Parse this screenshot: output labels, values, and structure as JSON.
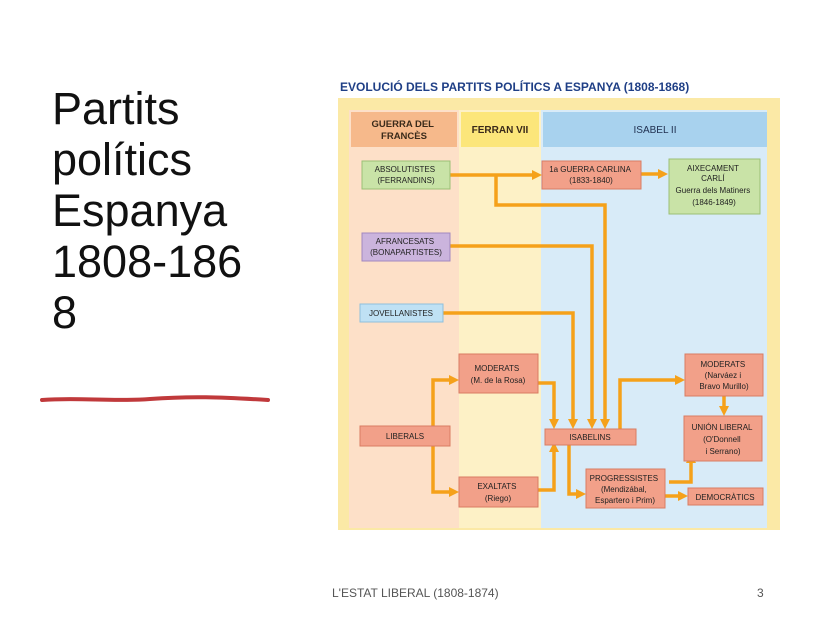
{
  "slide": {
    "title": "Partits\npolítics\nEspanya\n1808-186\n8",
    "footer": "L'ESTAT LIBERAL (1808-1874)",
    "page_number": "3"
  },
  "diagram": {
    "title": "EVOLUCIÓ DELS PARTITS POLÍTICS A ESPANYA (1808-1868)",
    "columns": {
      "guerra": [
        "GUERRA DEL",
        "FRANCÈS"
      ],
      "ferran": [
        "FERRAN VII"
      ],
      "isabel": [
        "ISABEL II"
      ]
    },
    "nodes": {
      "absolutistes": [
        "ABSOLUTISTES",
        "(FERRANDINS)"
      ],
      "carlina": [
        "1a GUERRA CARLINA",
        "(1833-1840)"
      ],
      "aixecament": [
        "AIXECAMENT",
        "CARLÍ",
        "Guerra dels Matiners",
        "(1846-1849)"
      ],
      "afrancesats": [
        "AFRANCESATS",
        "(BONAPARTISTES)"
      ],
      "jovellanistes": [
        "JOVELLANISTES"
      ],
      "moderats_fvii": [
        "MODERATS",
        "(M. de la Rosa)"
      ],
      "moderats_iii": [
        "MODERATS",
        "(Narváez i",
        "Bravo Murillo)"
      ],
      "liberals": [
        "LIBERALS"
      ],
      "isabelins": [
        "ISABELINS"
      ],
      "union": [
        "UNIÓN LIBERAL",
        "(O'Donnell",
        "i Serrano)"
      ],
      "exaltats": [
        "EXALTATS",
        "(Riego)"
      ],
      "progressistes": [
        "PROGRESSISTES",
        "(Mendizábal,",
        "Espartero i Prim)"
      ],
      "democratics": [
        "DEMOCRÀTICS"
      ]
    },
    "colors": {
      "frame": "#fbe9a6",
      "guerra_bg": "#fde0c8",
      "guerra_head": "#f6b98b",
      "ferran_bg": "#fdf1c6",
      "ferran_head": "#fce67a",
      "isabel_bg": "#d8ebf8",
      "isabel_head": "#a8d2ee",
      "green": "#c9e3a7",
      "purple": "#cbb4dd",
      "blue": "#bfe1f4",
      "salmon": "#f2a089",
      "arrow": "#f5a11a",
      "title": "#1f3f86"
    }
  }
}
